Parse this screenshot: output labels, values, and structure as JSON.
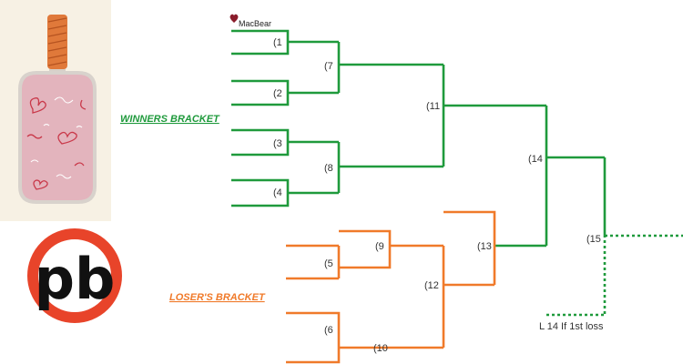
{
  "brand": {
    "name": "MacBear"
  },
  "winners": {
    "title": "WINNERS BRACKET",
    "color": "#1f9a3c",
    "matches": [
      "(1",
      "(2",
      "(3",
      "(4",
      "(7",
      "(8",
      "(11",
      "(14"
    ]
  },
  "losers": {
    "title": "LOSER'S BRACKET",
    "color": "#f07a2a",
    "matches": [
      "(5",
      "(6",
      "(9",
      "(10",
      "(12",
      "(13"
    ]
  },
  "final": {
    "match": "(15",
    "note": "L 14 If 1st loss"
  },
  "logo": {
    "text": "pb",
    "ring_color": "#e8442a",
    "text_color": "#111111"
  },
  "paddle": {
    "face_color": "#e3b4bd",
    "grip_color": "#e0793a"
  }
}
